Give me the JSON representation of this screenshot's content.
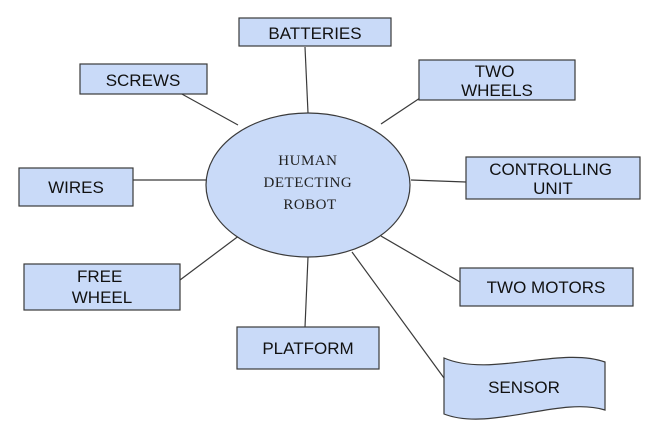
{
  "center": {
    "lines": [
      "HUMAN",
      "DETECTING",
      "ROBOT"
    ]
  },
  "nodes": {
    "batteries": {
      "lines": [
        "BATTERIES"
      ]
    },
    "screws": {
      "lines": [
        "SCREWS"
      ]
    },
    "two_wheels": {
      "lines": [
        "TWO",
        "WHEELS"
      ]
    },
    "wires": {
      "lines": [
        "WIRES"
      ]
    },
    "controlling_unit": {
      "lines": [
        "CONTROLLING",
        "UNIT"
      ]
    },
    "free_wheel": {
      "lines": [
        "FREE",
        "WHEEL"
      ]
    },
    "two_motors": {
      "lines": [
        "TWO MOTORS"
      ]
    },
    "platform": {
      "lines": [
        "PLATFORM"
      ]
    },
    "sensor": {
      "lines": [
        "SENSOR"
      ]
    }
  },
  "colors": {
    "fill": "#c9daf8",
    "stroke": "#3a3a3a",
    "text": "#111111"
  }
}
